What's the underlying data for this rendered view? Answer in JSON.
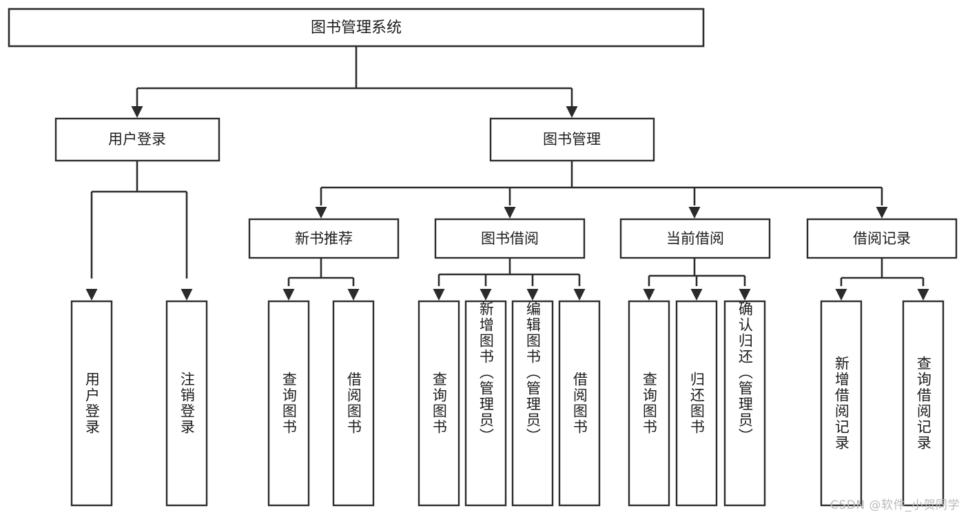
{
  "diagram": {
    "title": "图书管理系统",
    "type": "tree-hierarchy-diagram",
    "colors": {
      "background": "#ffffff",
      "box_fill": "#ffffff",
      "box_stroke": "#2b2b2b",
      "connector": "#2b2b2b",
      "text": "#1c1c1c",
      "watermark": "#b9b9b9"
    },
    "root": {
      "label": "图书管理系统"
    },
    "level2": [
      {
        "label": "用户登录"
      },
      {
        "label": "图书管理"
      }
    ],
    "level3": [
      {
        "label": "新书推荐"
      },
      {
        "label": "图书借阅"
      },
      {
        "label": "当前借阅"
      },
      {
        "label": "借阅记录"
      }
    ],
    "leaves": {
      "user_login": [
        {
          "label": "用户登录"
        },
        {
          "label": "注销登录"
        }
      ],
      "new_book_recommend": [
        {
          "label": "查询图书"
        },
        {
          "label": "借阅图书"
        }
      ],
      "book_borrow": [
        {
          "label": "查询图书"
        },
        {
          "label": "新增图书（管理员）"
        },
        {
          "label": "编辑图书（管理员）"
        },
        {
          "label": "借阅图书"
        }
      ],
      "current_borrow": [
        {
          "label": "查询图书"
        },
        {
          "label": "归还图书"
        },
        {
          "label": "确认归还（管理员）"
        }
      ],
      "borrow_records": [
        {
          "label": "新增借阅记录"
        },
        {
          "label": "查询借阅记录"
        }
      ]
    },
    "watermark": "CSDN @软件_小贺同学"
  }
}
